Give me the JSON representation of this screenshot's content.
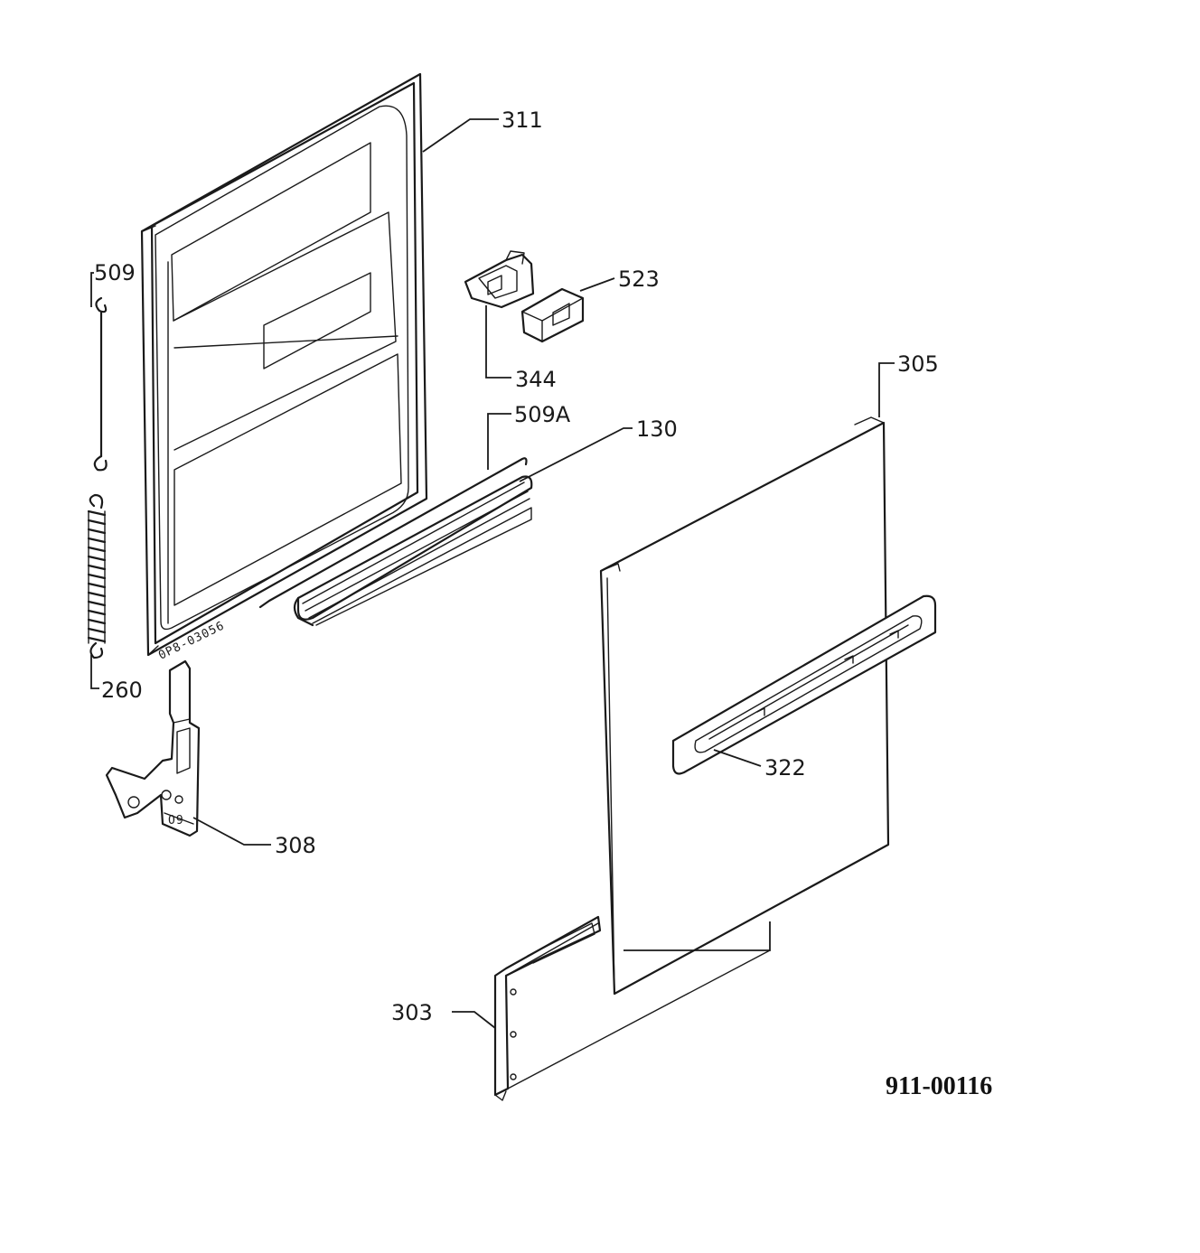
{
  "callouts": {
    "inner_door": "311",
    "spring_upper": "509",
    "latch": "523",
    "bracket": "344",
    "rod": "509A",
    "gasket": "130",
    "outer_panel": "305",
    "spring_lower": "260",
    "handle": "322",
    "hinge": "308",
    "bottom_trim": "303"
  },
  "stamp_text": "0P8-03056",
  "document_number": "911-00116"
}
